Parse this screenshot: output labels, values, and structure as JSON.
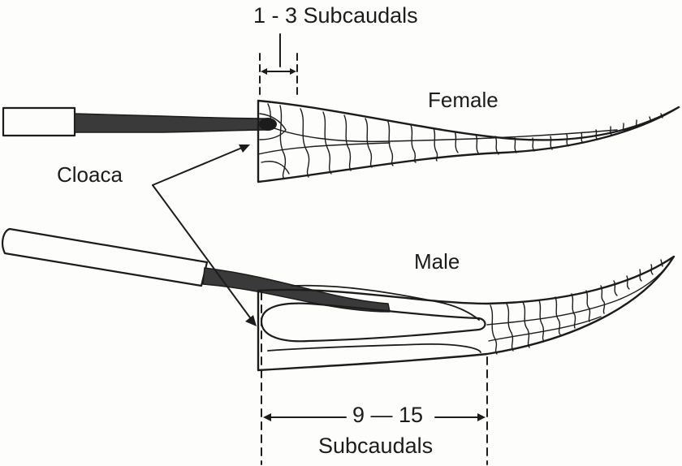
{
  "labels": {
    "top_subcaudals": "1 - 3  Subcaudals",
    "female": "Female",
    "cloaca": "Cloaca",
    "male": "Male",
    "male_count": "9 — 15",
    "bottom_subcaudals": "Subcaudals"
  },
  "colors": {
    "ink": "#1c1c1c",
    "probe_fill": "#3a3a3a",
    "paper": "#fdfdfb"
  }
}
